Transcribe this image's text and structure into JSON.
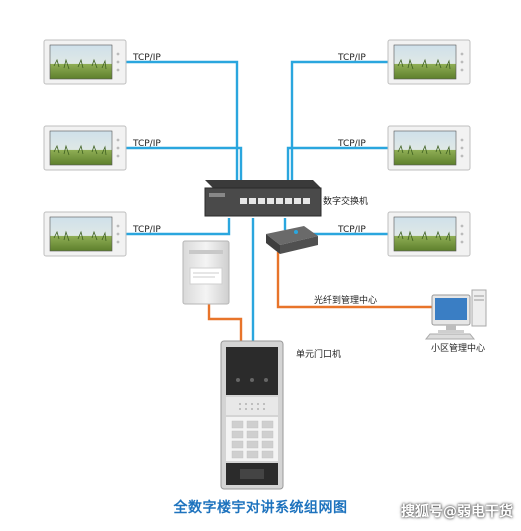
{
  "labels": {
    "tcp_ip": "TCP/IP",
    "digital_switch": "数字交换机",
    "fiber_link": "光纤到管理中心",
    "community_center": "小区管理中心",
    "unit_door_station": "单元门口机"
  },
  "title": "全数字楼宇对讲系统组网图",
  "watermark": "搜狐号@弱电干货",
  "colors": {
    "network_cable": "#2aa6de",
    "power_cable": "#e8742a",
    "fiber_cable": "#e8742a",
    "title_color": "#1e73be"
  },
  "icons": [
    "indoor-monitor-icon",
    "network-switch-icon",
    "media-converter-icon",
    "power-supply-icon",
    "computer-icon",
    "door-station-icon"
  ]
}
